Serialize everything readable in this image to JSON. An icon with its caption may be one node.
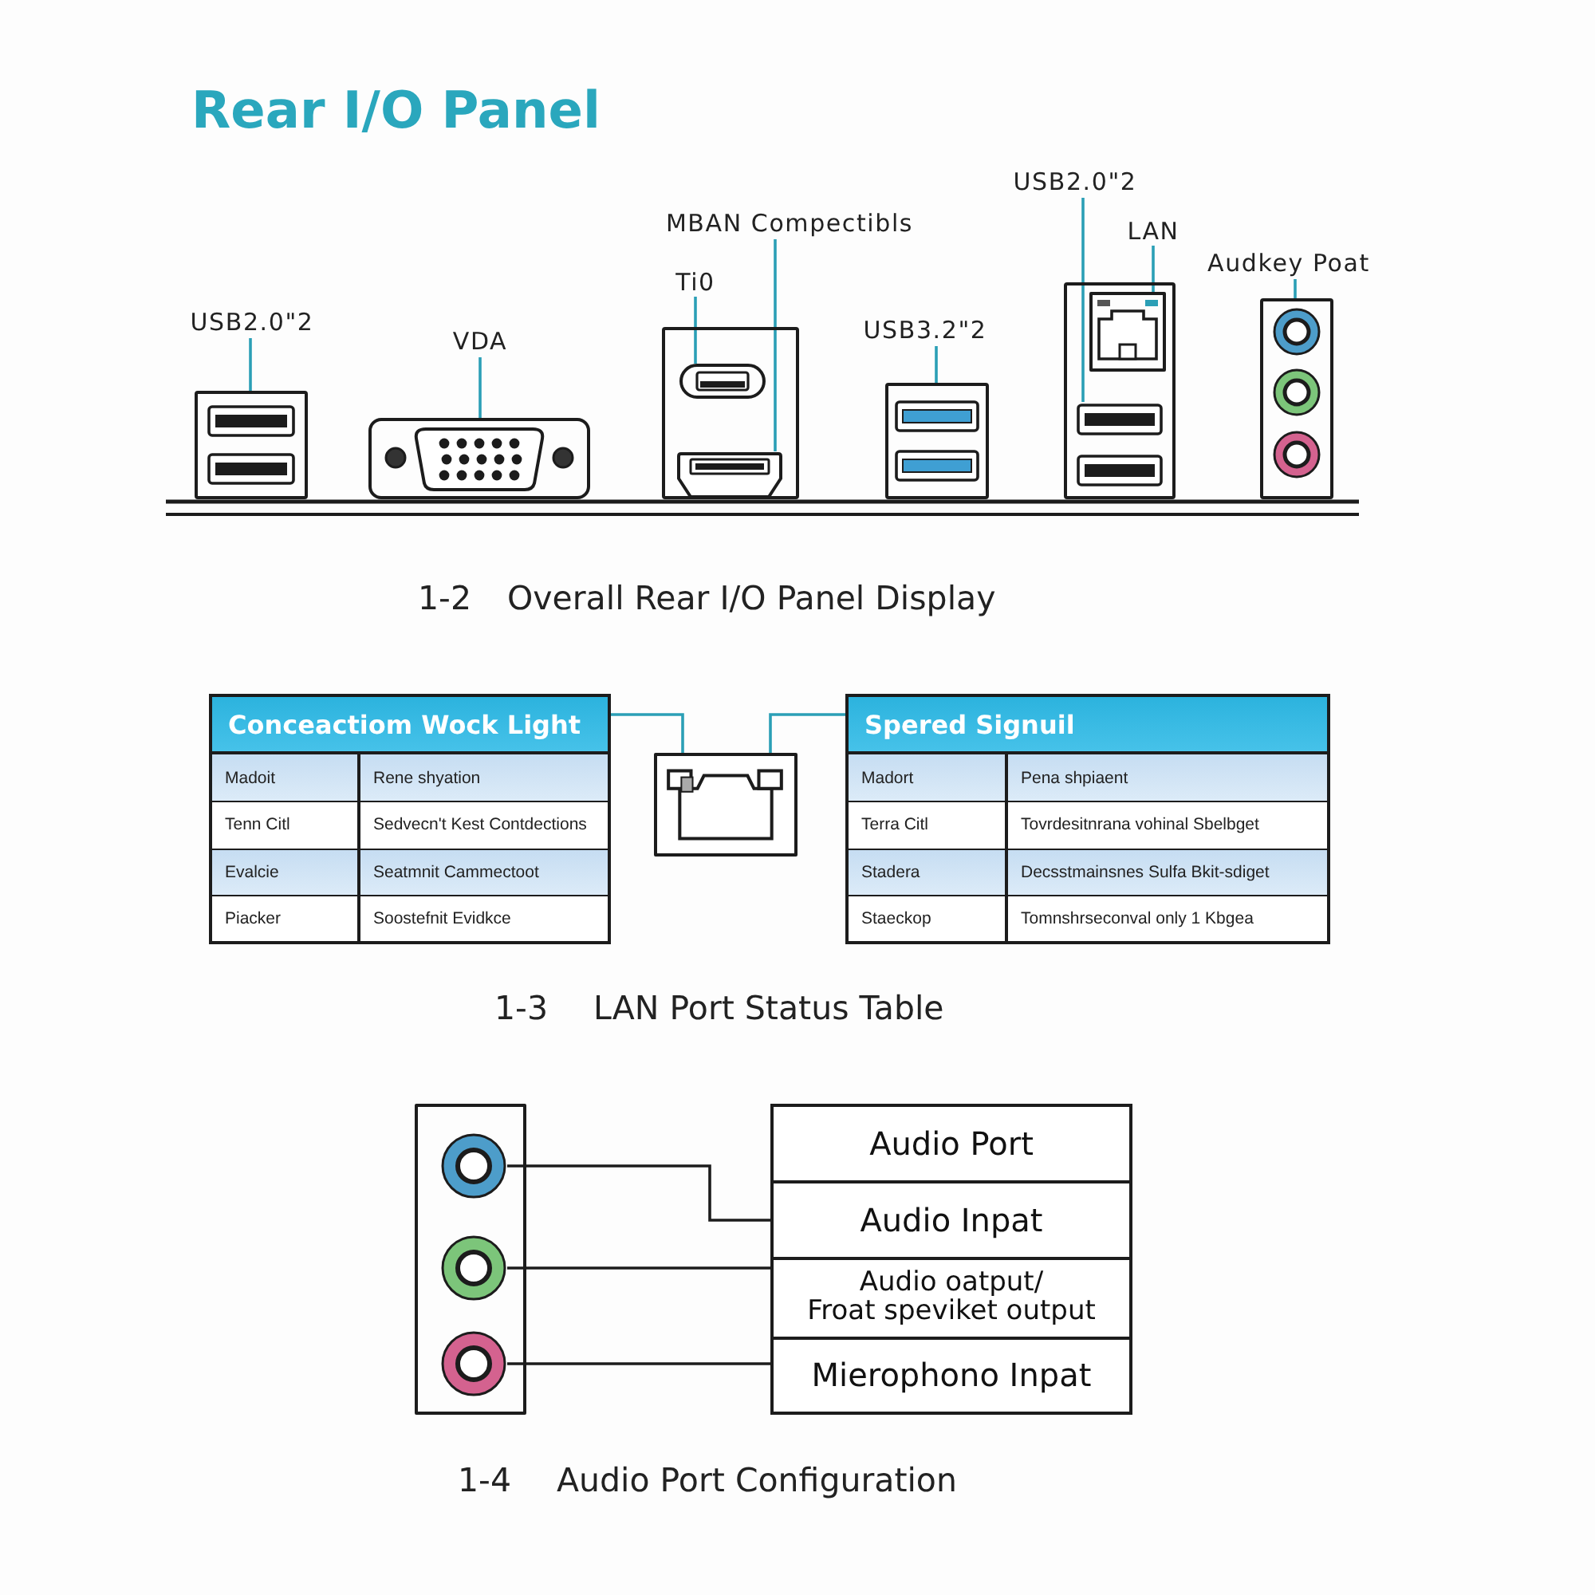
{
  "diagram": {
    "title": "Rear I/O Panel",
    "nodes": [
      {
        "text": [
          "USB2.0\"2"
        ]
      },
      {
        "text": [],
        "shape": "box"
      },
      {
        "text": [
          "VDA"
        ]
      },
      {
        "text": [],
        "shape": "box"
      },
      {
        "text": [
          "Ti0"
        ]
      },
      {
        "text": [
          "MBAN Compectibls"
        ]
      },
      {
        "text": [],
        "shape": "box"
      },
      {
        "text": [],
        "shape": "box",
        "in": 6
      },
      {
        "text": [],
        "shape": "box",
        "in": 6
      },
      {
        "text": [
          "USB3.2\"2"
        ]
      },
      {
        "text": [],
        "shape": "box"
      },
      {
        "text": [
          "USB2.0\"2"
        ]
      },
      {
        "text": [
          "LAN"
        ]
      },
      {
        "text": [],
        "shape": "box"
      },
      {
        "text": [],
        "shape": "box",
        "in": 13
      },
      {
        "text": [],
        "shape": "box",
        "in": 13
      },
      {
        "text": [
          "Audkey Poat"
        ]
      },
      {
        "text": [],
        "shape": "box"
      },
      {
        "text": [
          "Conceactiom Wock Light",
          "Madoit",
          "Rene shyation",
          "Tenn Citl",
          "Sedvecn't Kest Contdections",
          "Evalcie",
          "Seatmnit Cammectoot",
          "Piacker",
          "Soostefnit Evidkce"
        ]
      },
      {
        "text": [],
        "shape": "box"
      },
      {
        "text": [
          "Spered Signuil",
          "Madort",
          "Pena shpiaent",
          "Terra Citl",
          "Tovrdesitnrana vohinal Sbelbget",
          "Stadera",
          "Decsstmainsnes Sulfa Bkit-sdiget",
          "Staeckop",
          "Tomnshrseconval only 1 Kbgea"
        ]
      },
      {
        "text": [],
        "shape": "box"
      },
      {
        "text": [],
        "shape": "circle",
        "in": 21
      },
      {
        "text": [],
        "shape": "circle",
        "in": 21
      },
      {
        "text": [],
        "shape": "circle",
        "in": 21
      },
      {
        "text": [
          "Audio Port"
        ]
      },
      {
        "text": [
          "Audio Inpat"
        ],
        "in": 25
      },
      {
        "text": [
          "Audio oatput/ Froat speviket output"
        ],
        "in": 25
      },
      {
        "text": [
          "Mierophono Inpat"
        ],
        "in": 25
      }
    ],
    "edges": [
      {
        "from": 0,
        "to": 1,
        "arrow": "none"
      },
      {
        "from": 2,
        "to": 3,
        "arrow": "none"
      },
      {
        "from": 4,
        "to": 7,
        "arrow": "none"
      },
      {
        "from": 5,
        "to": 8,
        "arrow": "none"
      },
      {
        "from": 9,
        "to": 10,
        "arrow": "none"
      },
      {
        "from": 11,
        "to": 15,
        "arrow": "none"
      },
      {
        "from": 12,
        "to": 14,
        "arrow": "none"
      },
      {
        "from": 16,
        "to": 17,
        "arrow": "none"
      },
      {
        "from": 18,
        "to": 19,
        "arrow": "none"
      },
      {
        "from": 20,
        "to": 19,
        "arrow": "none"
      },
      {
        "from": 22,
        "to": 26,
        "arrow": "none",
        "color": "#1c1c1c"
      },
      {
        "from": 23,
        "to": 27,
        "arrow": "none",
        "color": "#1c1c1c"
      },
      {
        "from": 24,
        "to": 28,
        "arrow": "none",
        "color": "#1c1c1c"
      }
    ],
    "labels": [
      "1-2",
      "Overall Rear I/O Panel Display",
      "1-3",
      "LAN Port Status Table",
      "1-4",
      "Audio Port Configuration"
    ]
  }
}
